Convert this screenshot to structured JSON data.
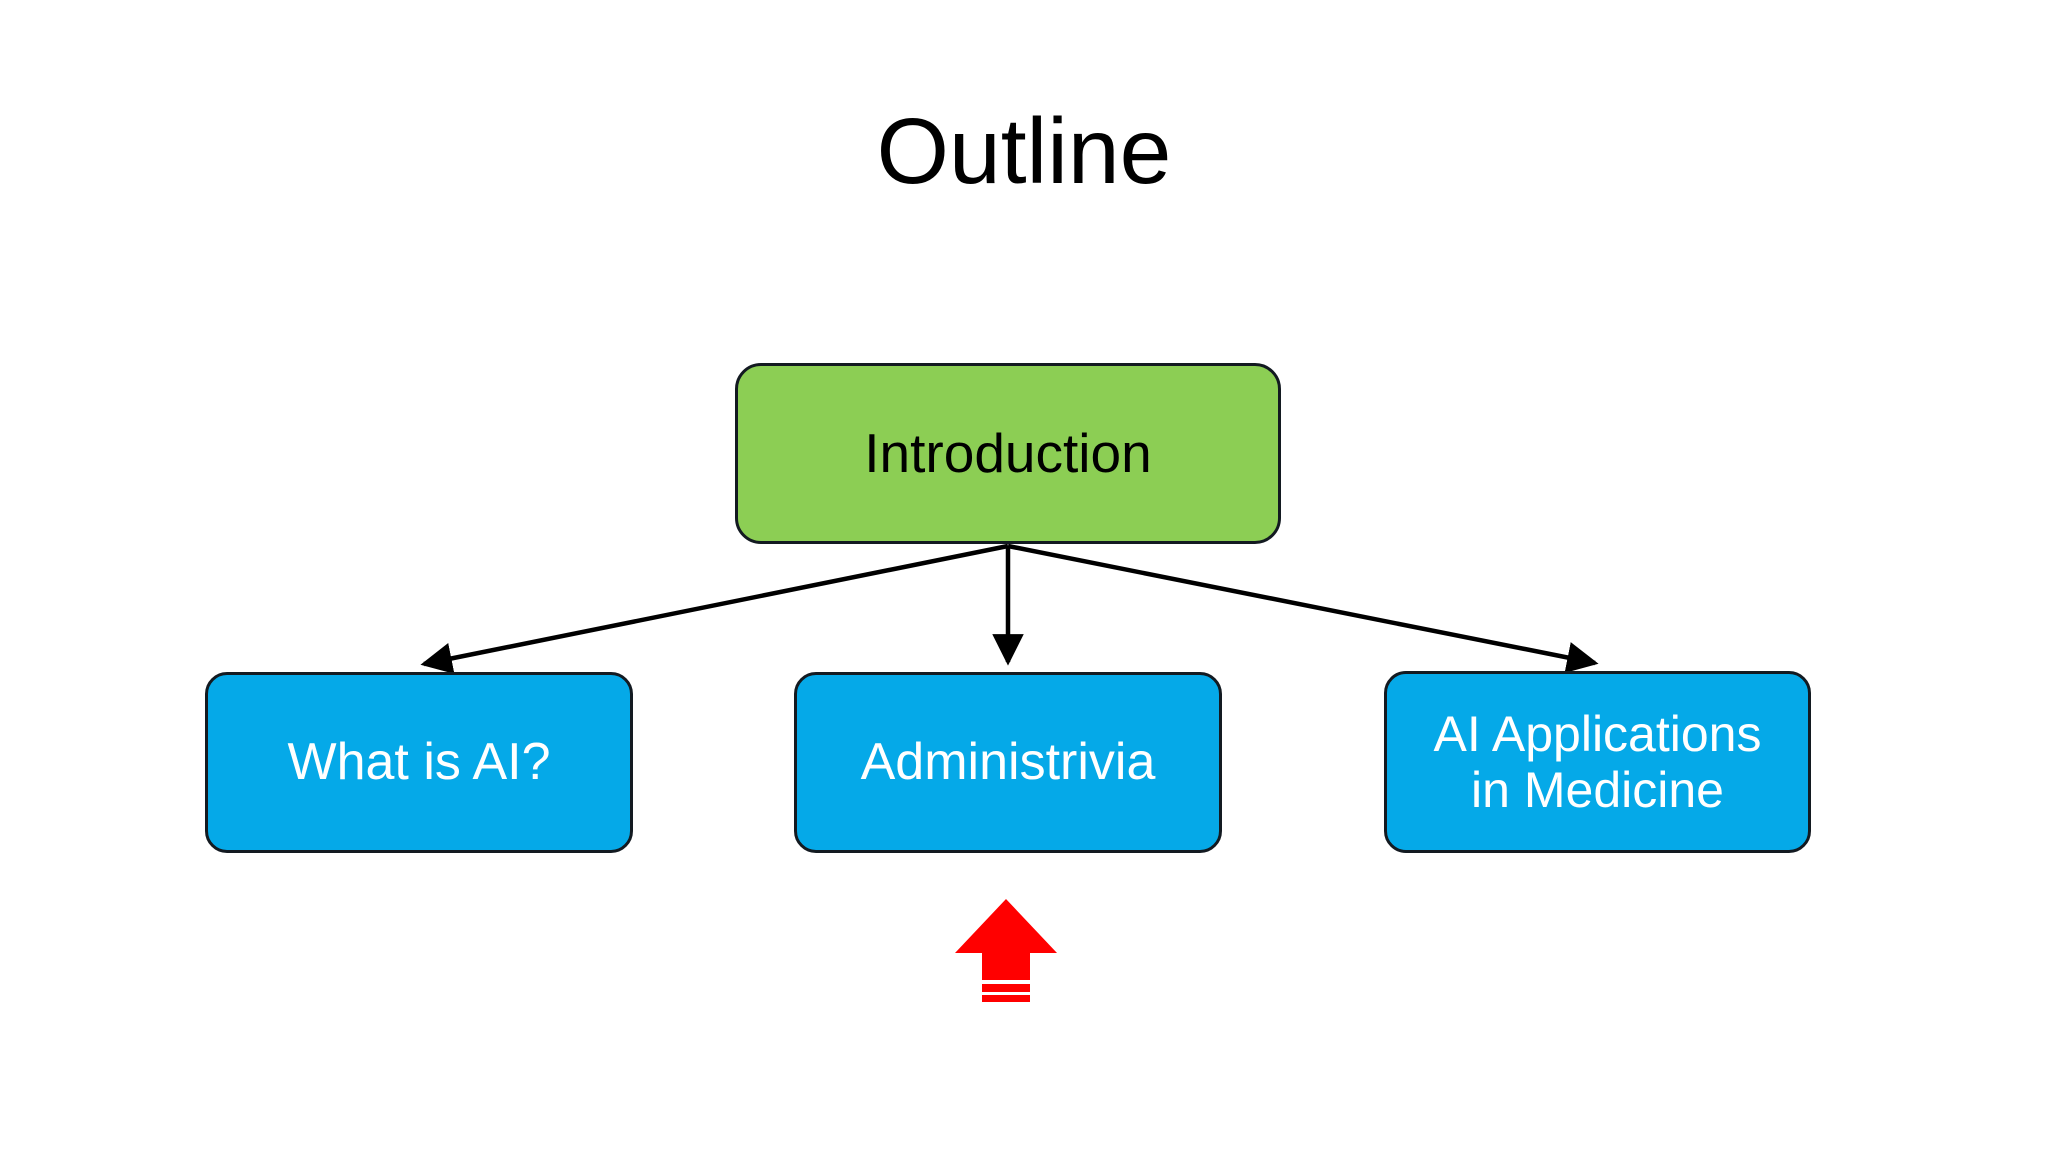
{
  "slide": {
    "title": "Outline",
    "background_color": "#FFFFFF"
  },
  "palette": {
    "root_fill": "#8CCE54",
    "child_fill": "#05A9E8",
    "outline": "#131A21",
    "root_text": "#000000",
    "child_text": "#FFFFFF",
    "title_text": "#000000",
    "emphasis_arrow": "#FF0000"
  },
  "diagram": {
    "root": {
      "label": "Introduction",
      "fill": "#8CCE54",
      "text_color": "#000000"
    },
    "children": [
      {
        "label": "What is AI?",
        "fill": "#05A9E8",
        "text_color": "#FFFFFF"
      },
      {
        "label": "Administrivia",
        "fill": "#05A9E8",
        "text_color": "#FFFFFF"
      },
      {
        "label": "AI Applications\nin Medicine",
        "fill": "#05A9E8",
        "text_color": "#FFFFFF"
      }
    ],
    "connectors": [
      {
        "name": "root-to-what-is-ai",
        "from": "Introduction",
        "to": "What is AI?",
        "style": "arrow"
      },
      {
        "name": "root-to-administrivia",
        "from": "Introduction",
        "to": "Administrivia",
        "style": "arrow"
      },
      {
        "name": "root-to-ai-applications",
        "from": "Introduction",
        "to": "AI Applications in Medicine",
        "style": "arrow"
      }
    ],
    "emphasis": {
      "name": "red-up-arrow",
      "points_to": "Administrivia",
      "color": "#FF0000",
      "direction": "up"
    }
  }
}
